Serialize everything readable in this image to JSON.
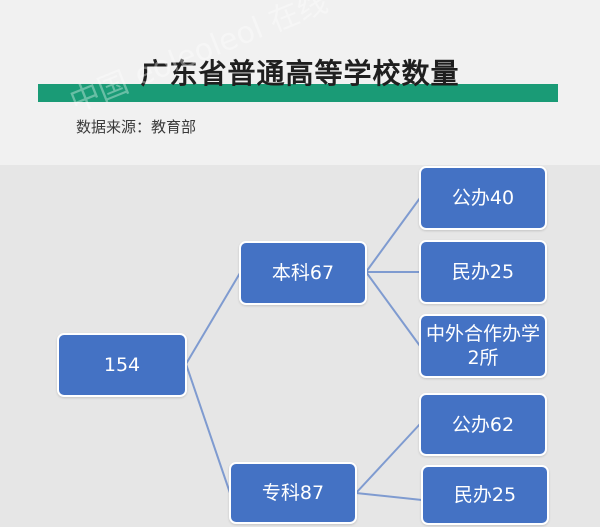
{
  "header": {
    "title": "广东省普通高等学校数量",
    "source": "数据来源：教育部",
    "watermark": "中国 eoleoleol 在线"
  },
  "colors": {
    "node_fill": "#4472c4",
    "node_border": "#ffffff",
    "accent_bar": "#1a9b76",
    "connector": "#7f9bd0"
  },
  "diagram": {
    "root": {
      "label": "154"
    },
    "branches": [
      {
        "label": "本科67",
        "children": [
          {
            "label": "公办40"
          },
          {
            "label": "民办25"
          },
          {
            "label": "中外合作办学2所"
          }
        ]
      },
      {
        "label": "专科87",
        "children": [
          {
            "label": "公办62"
          },
          {
            "label": "民办25"
          }
        ]
      }
    ]
  }
}
